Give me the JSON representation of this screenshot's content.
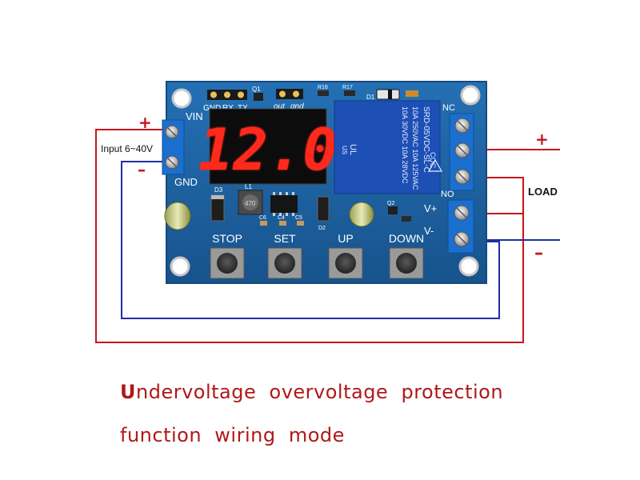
{
  "board": {
    "header_labels": {
      "gnd": "GND",
      "rx": "RX",
      "tx": "TX",
      "q1": "Q1",
      "out": "out",
      "gnd2": "gnd",
      "r16": "R16",
      "r17": "R17",
      "d1": "D1"
    },
    "vin_label": "VIN",
    "gnd_label": "GND",
    "display_value": "12.0",
    "relay_lines": [
      "SRD-05VDC-SL-C",
      "10A 250VAC  10A 125VAC",
      "10A 30VDC  10A 28VDC"
    ],
    "relay_marks": {
      "ul": "UL",
      "us": "US",
      "ce": "CQC"
    },
    "terminal_labels": {
      "nc": "NC",
      "no": "NO",
      "vplus": "V+",
      "vminus": "V-"
    },
    "component_labels": {
      "d3": "D3",
      "l1": "L1",
      "inductor": "470",
      "c6": "C6",
      "c4": "C4",
      "c5": "C5",
      "d2": "D2",
      "q2": "Q2"
    },
    "buttons": [
      {
        "label": "STOP"
      },
      {
        "label": "SET"
      },
      {
        "label": "UP"
      },
      {
        "label": "DOWN"
      }
    ]
  },
  "annotations": {
    "input_plus": "+",
    "input_label": "Input 6~40V",
    "input_minus": "–",
    "load_plus": "+",
    "load_label": "LOAD",
    "load_minus": "–"
  },
  "caption": {
    "line1_first": "U",
    "line1_rest": "ndervoltage  overvoltage  protection",
    "line2": "function  wiring  mode"
  },
  "colors": {
    "board": "#1d5f9c",
    "board_edge": "#164a7c",
    "display_digit": "#ff2a1f",
    "wire_red": "#c8151b",
    "wire_blue": "#1f2f9e",
    "terminal_blue": "#1a6fcf",
    "relay_blue": "#1d4fb5",
    "caption": "#b01818"
  }
}
